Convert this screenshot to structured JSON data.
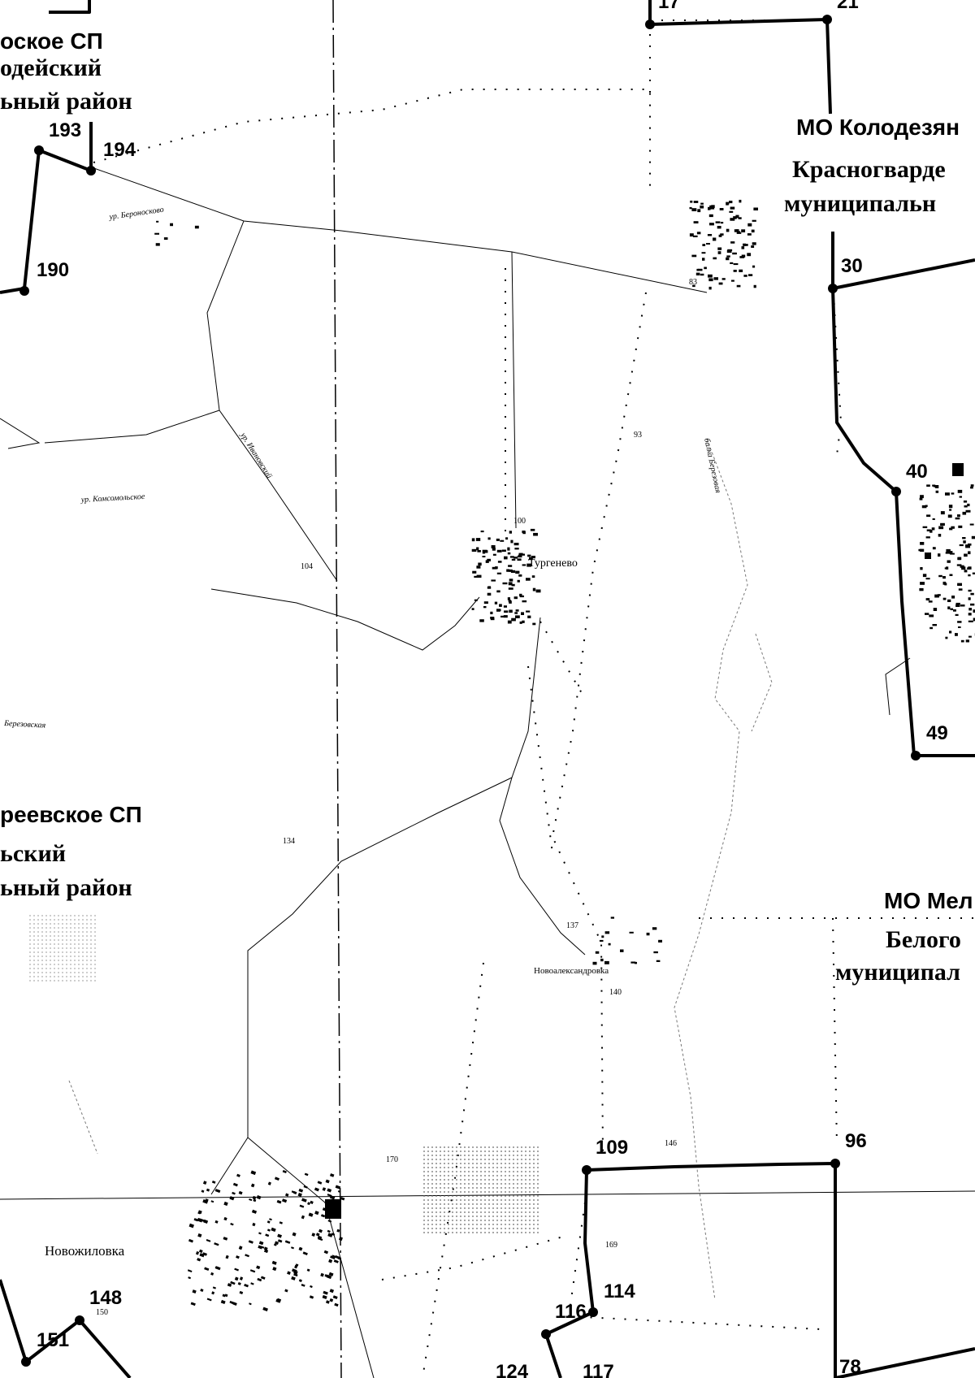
{
  "region_labels": [
    {
      "id": "nw-1",
      "text": "оское СП",
      "cls": "region",
      "size": 28
    },
    {
      "id": "nw-2",
      "text": "одейский",
      "cls": "region-serif",
      "size": 30
    },
    {
      "id": "nw-3",
      "text": "ьный район",
      "cls": "region-serif",
      "size": 30
    },
    {
      "id": "ne-1",
      "text": "МО Колодезян",
      "cls": "region",
      "size": 28
    },
    {
      "id": "ne-2",
      "text": "Красногварде",
      "cls": "region-serif",
      "size": 30
    },
    {
      "id": "ne-3",
      "text": "муниципальн",
      "cls": "region-serif",
      "size": 30
    },
    {
      "id": "w-1",
      "text": "реевское СП",
      "cls": "region",
      "size": 28
    },
    {
      "id": "w-2",
      "text": "ьский",
      "cls": "region-serif",
      "size": 30
    },
    {
      "id": "w-3",
      "text": "ьный район",
      "cls": "region-serif",
      "size": 30
    },
    {
      "id": "e-1",
      "text": "МО Мел",
      "cls": "region",
      "size": 28
    },
    {
      "id": "e-2",
      "text": "Белого",
      "cls": "region-serif",
      "size": 30
    },
    {
      "id": "e-3",
      "text": "муниципал",
      "cls": "region-serif",
      "size": 30
    }
  ],
  "settlements": [
    {
      "id": "turgenevo",
      "text": "Тургенево"
    },
    {
      "id": "novoaleksandrovka",
      "text": "Новоалександровка"
    },
    {
      "id": "novozhilovka",
      "text": "Новожиловка"
    }
  ],
  "boundary_points": [
    "17",
    "21",
    "193",
    "194",
    "190",
    "30",
    "40",
    "49",
    "109",
    "96",
    "114",
    "116",
    "117",
    "124",
    "148",
    "151",
    "78"
  ],
  "elevations": [
    "83",
    "93",
    "100",
    "104",
    "134",
    "137",
    "140",
    "146",
    "150",
    "169",
    "170"
  ],
  "tracts": [
    "ур. Бероносково",
    "ур. Комсомольское",
    "ур. Ивановский",
    "балка Березовая",
    "Березовская"
  ],
  "colors": {
    "ink": "#000000",
    "paper": "#ffffff",
    "dot_fill": "#cfcfcf"
  }
}
